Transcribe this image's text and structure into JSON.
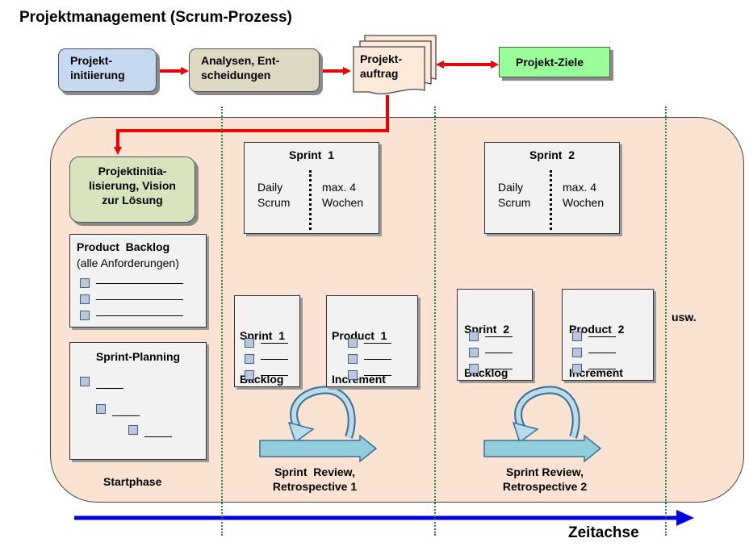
{
  "title": "Projektmanagement (Scrum-Prozess)",
  "top": {
    "initiierung": [
      "Projekt-",
      "initiierung"
    ],
    "analysen": [
      "Analysen, Ent-",
      "scheidungen"
    ],
    "auftrag": [
      "Projekt-",
      "auftrag"
    ],
    "ziele": "Projekt-Ziele"
  },
  "start": {
    "vision": [
      "Projektinitia-",
      "lisierung, Vision",
      "zur Lösung"
    ],
    "backlog_title": "Product  Backlog",
    "backlog_sub": "(alle Anforderungen)",
    "planning_title": "Sprint-Planning",
    "phase_label": "Startphase"
  },
  "sprint1": {
    "title": "Sprint  1",
    "left": [
      "Daily",
      "Scrum"
    ],
    "right": [
      "max. 4",
      "Wochen"
    ],
    "backlog": [
      "Sprint  1",
      "Backlog"
    ],
    "increment": [
      "Product  1",
      "Increment"
    ],
    "review": [
      "Sprint  Review,",
      "Retrospective 1"
    ]
  },
  "sprint2": {
    "title": "Sprint  2",
    "left": [
      "Daily",
      "Scrum"
    ],
    "right": [
      "max. 4",
      "Wochen"
    ],
    "backlog": [
      "Sprint  2",
      "Backlog"
    ],
    "increment": [
      "Product  2",
      "Increment"
    ],
    "review": [
      "Sprint Review,",
      "Retrospective 2"
    ]
  },
  "usw": "usw.",
  "axis_label": "Zeitachse",
  "colors": {
    "initiierung_fill": "#c6d9f1",
    "analysen_fill": "#ddd9c4",
    "auftrag_fill": "#fde9d9",
    "ziele_fill": "#99ff99",
    "vision_fill": "#d7e4bd",
    "phase_fill": "#fbe3d3",
    "arrow_red": "#ee0000",
    "axis_blue": "#0000dd",
    "divider_green": "#2a8a2a",
    "review_arrow": "#92cddc"
  }
}
